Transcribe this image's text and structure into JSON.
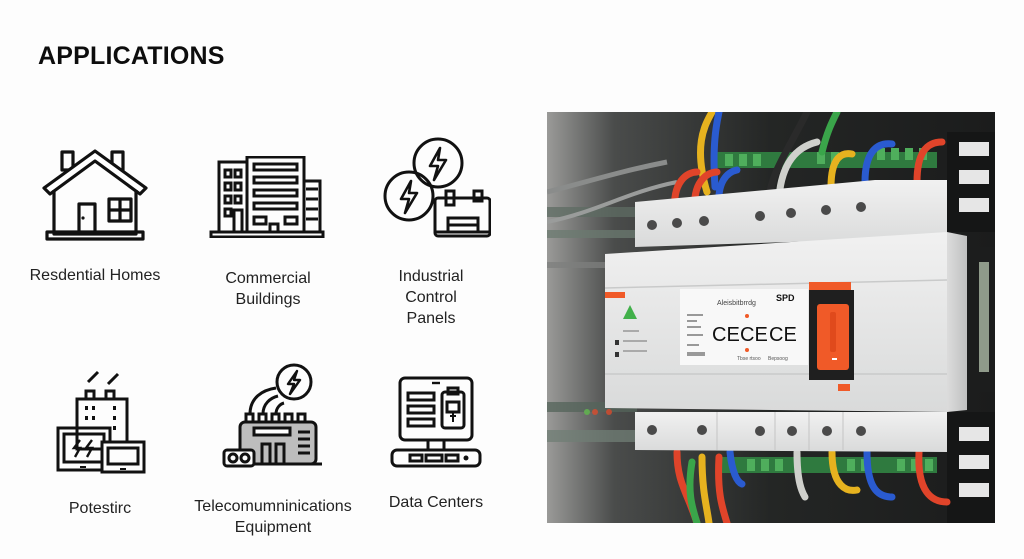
{
  "header": {
    "title": "APPLICATIONS"
  },
  "applications": [
    {
      "label": "Resdential Homes",
      "icon": "house-icon"
    },
    {
      "label": "Commercial\nBuildings",
      "icon": "office-buildings-icon"
    },
    {
      "label": "Industrial\nControl\nPanels",
      "icon": "industrial-power-icon"
    },
    {
      "label": "Potestirc",
      "icon": "factory-monitors-icon"
    },
    {
      "label": "Telecomumninications\nEquipment",
      "icon": "telecom-equipment-icon"
    },
    {
      "label": "Data Centers",
      "icon": "data-center-computer-icon"
    }
  ],
  "photo": {
    "subject": "surge-protection-device-in-control-panel",
    "device_label": "SPD",
    "device_brand_text": "Aleisbitbrrdg",
    "marks": [
      "CE",
      "CE",
      "CE"
    ],
    "captions": [
      "Tbse rtsoo",
      "Bepsoog"
    ],
    "colors": {
      "accent_orange": "#f05a28",
      "housing": "#e9eaea",
      "wire_red": "#e0442a",
      "wire_blue": "#2a5bd0",
      "wire_yellow": "#e6b21f",
      "wire_green": "#3aa54a",
      "terminal_green": "#3f8f4d"
    }
  }
}
